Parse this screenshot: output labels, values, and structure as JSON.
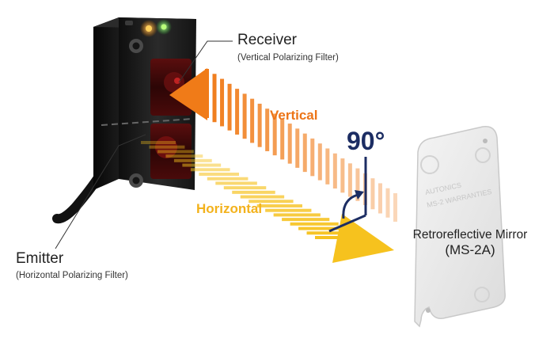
{
  "receiver": {
    "title": "Receiver",
    "subtitle": "(Vertical Polarizing Filter)"
  },
  "emitter": {
    "title": "Emitter",
    "subtitle": "(Horizontal Polarizing Filter)"
  },
  "beams": {
    "vertical_label": "Vertical",
    "horizontal_label": "Horizontal"
  },
  "angle": {
    "label": "90°"
  },
  "mirror": {
    "line1": "Retroreflective Mirror",
    "line2": "(MS-2A)",
    "embossed_text": [
      "AUTONICS",
      "MS-2 WARRANTIES"
    ]
  },
  "colors": {
    "vertical_beam": "#f07b18",
    "horizontal_beam": "#f6c21e",
    "angle_marker": "#1c2d63",
    "sensor_body": "#1f1f1f",
    "mirror_body": "#e9e9e9"
  }
}
